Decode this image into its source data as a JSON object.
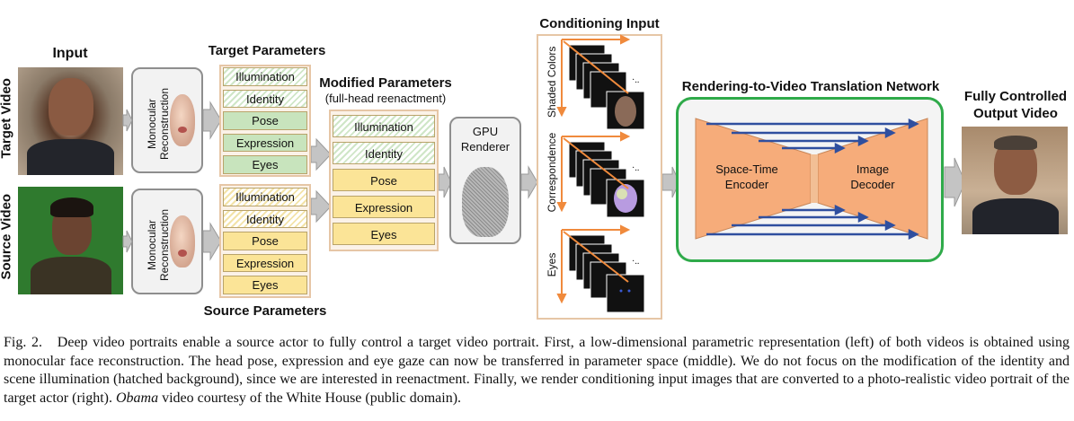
{
  "titles": {
    "input": "Input",
    "target_video": "Target Video",
    "source_video": "Source Video",
    "target_parameters": "Target Parameters",
    "source_parameters": "Source Parameters",
    "modified_parameters": "Modified Parameters",
    "modified_sub": "(full-head reenactment)",
    "conditioning_input": "Conditioning Input",
    "network_title": "Rendering-to-Video Translation Network",
    "output_title_1": "Fully Controlled",
    "output_title_2": "Output Video"
  },
  "monocular": {
    "line1": "Monocular",
    "line2": "Reconstruction"
  },
  "target_params": [
    {
      "label": "Illumination",
      "style": "hatch"
    },
    {
      "label": "Identity",
      "style": "hatch"
    },
    {
      "label": "Pose",
      "style": "green"
    },
    {
      "label": "Expression",
      "style": "green"
    },
    {
      "label": "Eyes",
      "style": "green"
    }
  ],
  "source_params": [
    {
      "label": "Illumination",
      "style": "hatchy"
    },
    {
      "label": "Identity",
      "style": "hatchy"
    },
    {
      "label": "Pose",
      "style": "yellow"
    },
    {
      "label": "Expression",
      "style": "yellow"
    },
    {
      "label": "Eyes",
      "style": "yellow"
    }
  ],
  "modified_params": [
    {
      "label": "Illumination",
      "style": "hatch"
    },
    {
      "label": "Identity",
      "style": "hatch"
    },
    {
      "label": "Pose",
      "style": "yellow"
    },
    {
      "label": "Expression",
      "style": "yellow"
    },
    {
      "label": "Eyes",
      "style": "yellow"
    }
  ],
  "renderer": {
    "line1": "GPU",
    "line2": "Renderer"
  },
  "conditioning_labels": [
    "Shaded Colors",
    "Correspondence",
    "Eyes"
  ],
  "encoder": {
    "line1": "Space-Time",
    "line2": "Encoder"
  },
  "decoder": {
    "line1": "Image",
    "line2": "Decoder"
  },
  "caption": {
    "fig": "Fig. 2.",
    "text_a": "Deep video portraits enable a source actor to fully control a target video portrait. First, a low-dimensional parametric representation (left) of both videos is obtained using monocular face reconstruction. The head pose, expression and eye gaze can now be transferred in parameter space (middle). We do not focus on the modification of the identity and scene illumination (hatched background), since we are interested in reenactment. Finally, we render conditioning input images that are converted to a photo-realistic video portrait of the target actor (right).",
    "italic": "Obama",
    "text_b": "video courtesy of the White House (public domain)."
  },
  "colors": {
    "arrow_gray": "#bdbdbd",
    "orange": "#f08a3c",
    "network_green": "#2faa4a",
    "param_green": "#c8e4bd",
    "param_yellow": "#fbe497",
    "codec": "#f6ac7a",
    "skip_blue": "#2f4f9f"
  }
}
